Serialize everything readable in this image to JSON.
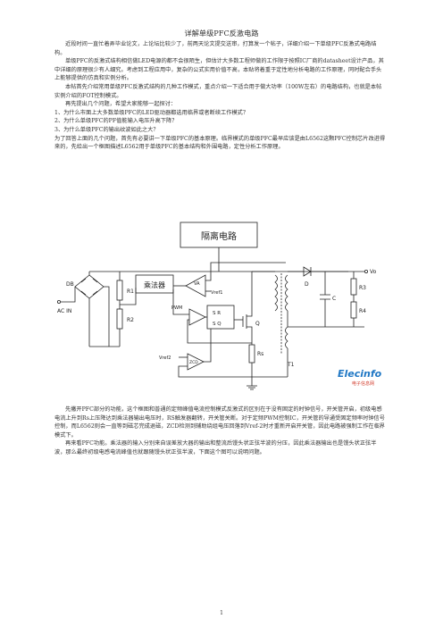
{
  "doc": {
    "title": "详解单级PFC反激电路",
    "page_number": "1"
  },
  "intro": {
    "p1": "近段时间一直忙着弄毕业论文，上论坛比较少了，前两天论文提交送审，打算发一个帖子，详细介绍一下单级PFC反激式电路结构。",
    "p2": "单级PFC的反激式结构相信做LED电源的都不会很陌生，但估计大多数工程师做的工作限于按照IC厂商的datasheet设计产品，其中详细的原理很少有人细究。考虑到工程应用中，复杂的公式实用价值不高，本贴将着重于定性地分析电路的工作原理，同时配合手头上能够提供的仿真和实例分析。",
    "p3": "本帖首先介绍常用单级PFC反激式结构的几种工作模式，重点介绍一下适合用于做大功率（100W左右）的电路结构，也就是本帖实例介绍的FOT控制模式。",
    "p4": "再先提出几个问题，希望大家能够一起探讨：",
    "q1": "1、为什么市面上大多数单级PFC的LED驱动器都选用临界或者断续工作模式？",
    "q2": "2、为什么单级PFC的PF值能输入电压升高下降？",
    "q3": "3、为什么单级PFC的输出纹波如此之大？",
    "p5": "为了回答上面的几个问题，首先有必要讲一下单级PFC的基本原理。临界模式的单级PFC最早应该是由L6562这颗PFC控制芯片改进得来的，先给出一个框图描述L6562用于单级PFC的基本结构和外围电路，定性分析工作原理。"
  },
  "circuit": {
    "isolation": "隔离电路",
    "multiplier": "乘法器",
    "db": "DB",
    "ac_in": "AC IN",
    "r1": "R1",
    "r2": "R2",
    "va": "VA",
    "vref1": "Vref1",
    "pwm": "PWM",
    "s_r": "S  R",
    "s_q": "S  Q",
    "vref2": "Vref2",
    "zcd": "ZCD",
    "q": "Q",
    "rs": "Rs",
    "t1": "T1",
    "d": "D",
    "c": "C",
    "r3": "R3",
    "r4": "R4",
    "vo": "Vo",
    "watermark_main": "Elecinfo",
    "watermark_sub": "电子信息网"
  },
  "analysis": {
    "p1": "先撇开PFC部分的功能，这个框图和普通的定频峰值电流控制模式反激式的区别在于没有固定的时钟信号，开关管开启，初级电感电流上升到Rs上压降达到乘法器输出电压时，RS触发器翻转，开关管关断。对于定频PWM控制IC，开关管的导通受固定频率时钟信号控制，而L6562则会一直等到磁芯完成退磁，ZCD检测到辅助绕组电压回落到Vref-2时才重新开启开关管，因此电路被强制工作在临界模式下。",
    "p2": "再来看PFC功能。乘法器的输入分别来自误差放大器的输出和整流后馒头状正弦半波的分压，因此乘法器输出也是馒头状正弦半波，那么最终初级电感电流峰值也就跟随馒头状正弦半波，下面这个图可以说明问题。"
  },
  "colors": {
    "ink": "#222222",
    "watermark_blue": "#1f77c4",
    "watermark_red": "#d23a2a"
  }
}
